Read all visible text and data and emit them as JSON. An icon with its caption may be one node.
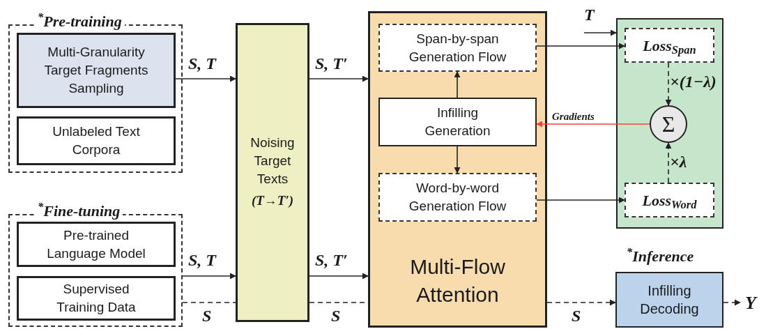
{
  "diagram": {
    "nodes": [
      {
        "text": [
          "$^{*}$Pre-training"
        ]
      },
      {
        "text": [
          "Multi-Granularity Target Fragments Sampling"
        ],
        "in": 0
      },
      {
        "text": [
          "Unlabeled Text Corpora"
        ],
        "in": 0
      },
      {
        "text": [
          "$^{*}$Fine-tuning"
        ]
      },
      {
        "text": [
          "Pre-trained Language Model"
        ],
        "in": 3
      },
      {
        "text": [
          "Supervised Training Data"
        ],
        "in": 3
      },
      {
        "text": [
          "Noising Target Texts",
          "(T→T′)"
        ]
      },
      {
        "text": [
          "Multi-Flow Attention"
        ]
      },
      {
        "text": [
          "Span-by-span Generation Flow"
        ],
        "in": 7
      },
      {
        "text": [
          "Infilling Generation"
        ],
        "in": 7
      },
      {
        "text": [
          "Word-by-word Generation Flow"
        ],
        "in": 7
      },
      {
        "text": [],
        "shape": "box"
      },
      {
        "text": [
          "Loss$_{Span}$"
        ],
        "in": 11
      },
      {
        "text": [
          "Σ"
        ],
        "in": 11
      },
      {
        "text": [
          "Loss$_{Word}$"
        ],
        "in": 11
      },
      {
        "text": [
          "Infilling Decoding"
        ],
        "beside": [
          "$^{*}$Inference"
        ]
      },
      {
        "text": [
          "Y"
        ]
      }
    ],
    "edges": [
      {
        "from": 1,
        "to": 6,
        "arrow": "to",
        "label": "S, T"
      },
      {
        "from": 3,
        "to": 6,
        "arrow": "to",
        "label": "S, T"
      },
      {
        "from": 3,
        "to": 6,
        "arrow": "none",
        "label": "S",
        "style": "dashed"
      },
      {
        "from": 6,
        "to": 7,
        "arrow": "to",
        "label": "S, T′"
      },
      {
        "from": 6,
        "to": 7,
        "arrow": "to",
        "label": "S, T′"
      },
      {
        "from": 6,
        "to": 7,
        "arrow": "none",
        "label": "S",
        "style": "dashed"
      },
      {
        "from": 7,
        "to": 15,
        "arrow": "to",
        "label": "S",
        "style": "dashed"
      },
      {
        "from": 9,
        "to": 8,
        "arrow": "to"
      },
      {
        "from": 9,
        "to": 10,
        "arrow": "to"
      },
      {
        "from": 8,
        "to": 12,
        "arrow": "to"
      },
      {
        "from": 10,
        "to": 14,
        "arrow": "to"
      },
      {
        "from": 12,
        "to": 13,
        "arrow": "to",
        "label": "×(1−λ)",
        "style": "dashed"
      },
      {
        "from": 14,
        "to": 13,
        "arrow": "to",
        "label": "×λ",
        "style": "dashed"
      },
      {
        "from": 13,
        "to": 9,
        "arrow": "to",
        "label": "Gradients",
        "color": "#ff3b3b"
      },
      {
        "from": null,
        "to": 11,
        "arrow": "to",
        "label": "T"
      },
      {
        "from": 15,
        "to": 16,
        "arrow": "to",
        "style": "dashed"
      }
    ]
  }
}
